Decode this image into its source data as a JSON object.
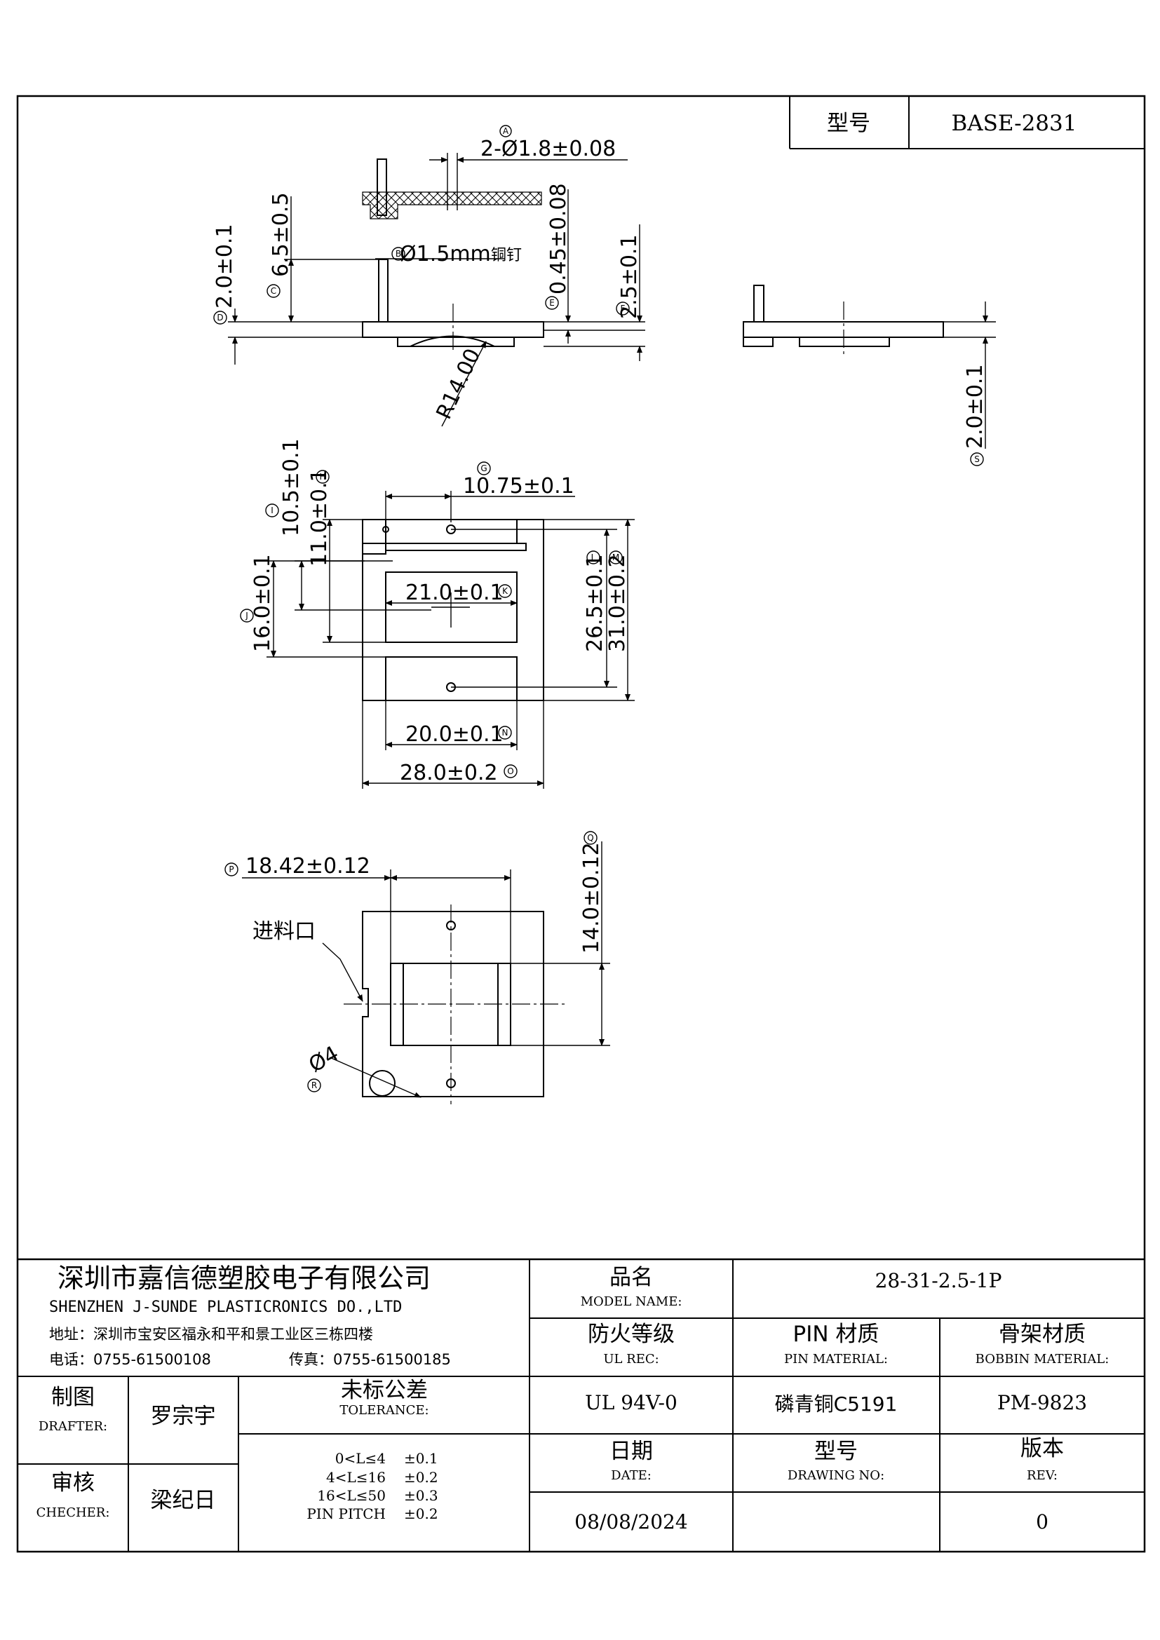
{
  "title_block_top": {
    "model_label": "型号",
    "model_value": "BASE-2831"
  },
  "dimensions": {
    "pin_dia": "2-Ø1.8±0.08",
    "rivet_dia": "Ø1.5mm",
    "rivet_note": "铜钉",
    "pin_len": "6.5±0.5",
    "base_thk": "2.0±0.1",
    "plate_thk": "0.45±0.08",
    "total_thk": "2.5±0.1",
    "radius": "R14.00",
    "side_thk": "2.0±0.1",
    "hole_pitch_x": "10.75±0.1",
    "dim_10_5": "10.5±0.1",
    "dim_11_0": "11.0±0.1",
    "dim_16_0": "16.0±0.1",
    "window_w": "21.0±0.1",
    "pitch_y": "26.5±0.1",
    "overall_h": "31.0±0.2",
    "inner_w": "20.0±0.1",
    "overall_w": "28.0±0.2",
    "bot_w": "18.42±0.12",
    "bot_h": "14.0±0.12",
    "gate_label": "进料口",
    "gate_dia": "Ø4"
  },
  "balloons": {
    "A": "A",
    "B": "B",
    "C": "C",
    "D": "D",
    "E": "E",
    "F": "F",
    "G": "G",
    "H": "H",
    "I": "I",
    "J": "J",
    "K": "K",
    "L": "L",
    "M": "M",
    "N": "N",
    "O": "O",
    "P": "P",
    "Q": "Q",
    "R": "R",
    "S": "S"
  },
  "company": {
    "name_cn": "深圳市嘉信德塑胶电子有限公司",
    "name_en": "SHENZHEN J-SUNDE PLASTICRONICS DO.,LTD",
    "address": "地址：深圳市宝安区福永和平和景工业区三栋四楼",
    "phone": "电话：0755-61500108",
    "fax": "传真：0755-61500185"
  },
  "title_block": {
    "product_name_label": "品名",
    "product_name_label_en": "MODEL NAME:",
    "product_name_value": "28-31-2.5-1P",
    "ul_label": "防火等级",
    "ul_label_en": "UL REC:",
    "ul_value": "UL 94V-0",
    "pin_mat_label": "PIN 材质",
    "pin_mat_label_en": "PIN MATERIAL:",
    "pin_mat_value": "磷青铜C5191",
    "bobbin_mat_label": "骨架材质",
    "bobbin_mat_label_en": "BOBBIN MATERIAL:",
    "bobbin_mat_value": "PM-9823",
    "drafter_label": "制图",
    "drafter_label_en": "DRAFTER:",
    "drafter_value": "罗宗宇",
    "checker_label": "审核",
    "checker_label_en": "CHECHER:",
    "checker_value": "梁纪日",
    "tolerance_label": "未标公差",
    "tolerance_label_en": "TOLERANCE:",
    "tolerance_rows": [
      {
        "range": "0<L≤4",
        "tol": "±0.1"
      },
      {
        "range": "4<L≤16",
        "tol": "±0.2"
      },
      {
        "range": "16<L≤50",
        "tol": "±0.3"
      },
      {
        "range": "PIN PITCH",
        "tol": "±0.2"
      }
    ],
    "date_label": "日期",
    "date_label_en": "DATE:",
    "date_value": "08/08/2024",
    "drawing_no_label": "型号",
    "drawing_no_label_en": "DRAWING NO:",
    "drawing_no_value": "",
    "rev_label": "版本",
    "rev_label_en": "REV:",
    "rev_value": "0"
  }
}
